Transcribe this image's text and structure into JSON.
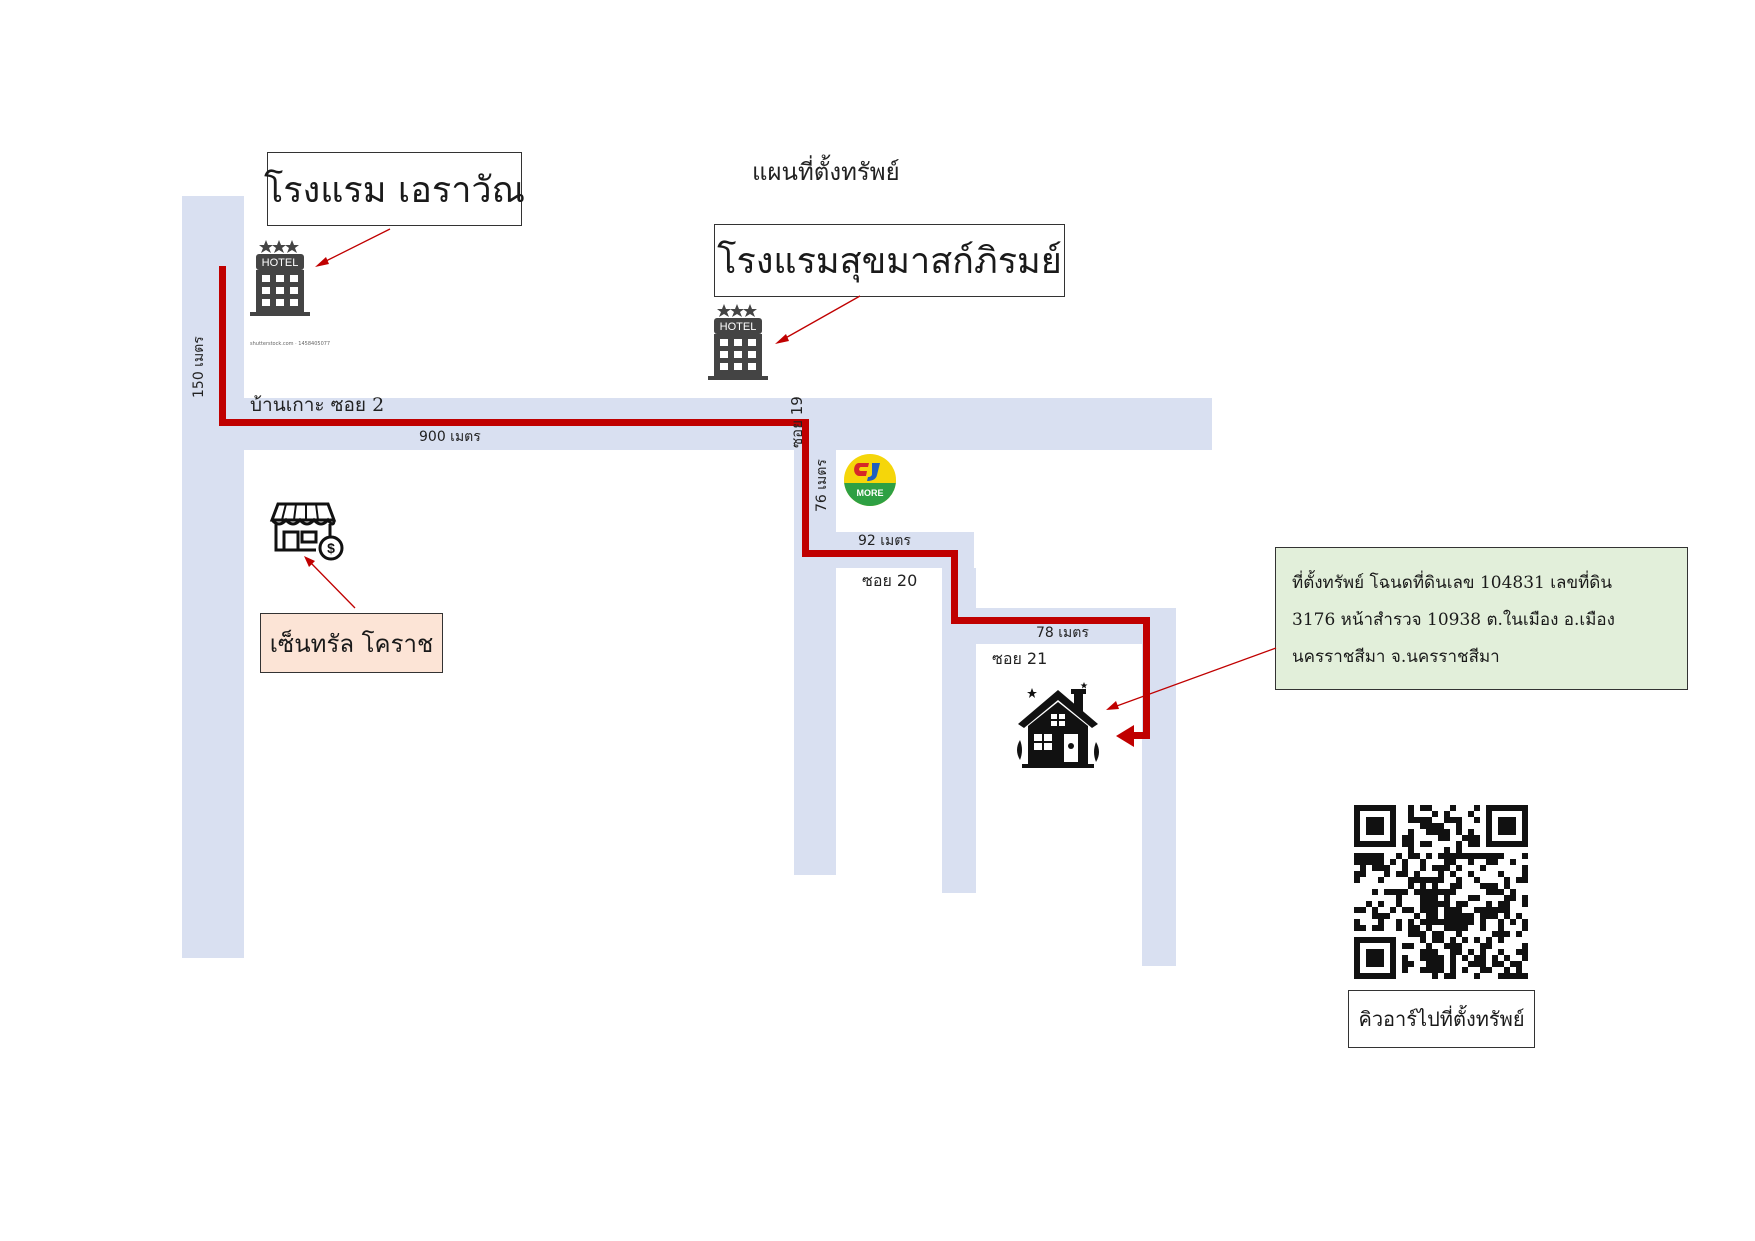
{
  "title": "แผนที่ตั้งทรัพย์",
  "labels": {
    "hotel_erawan": "โรงแรม เอราวัณ",
    "hotel_sukhamas": "โรงแรมสุขมาสก์ภิรมย์",
    "central_korat": "เซ็นทรัล โคราช",
    "property_info_line1": "ที่ตั้งทรัพย์ โฉนดที่ดินเลข 104831 เลขที่ดิน",
    "property_info_line2": "3176 หน้าสำรวจ 10938 ต.ในเมือง อ.เมือง",
    "property_info_line3": "นครราชสีมา จ.นครราชสีมา",
    "qr_caption": "คิวอาร์ไปที่ตั้งทรัพย์"
  },
  "roads": {
    "main_soi": "บ้านเกาะ ซอย 2",
    "soi_19": "ซอย 19",
    "soi_20": "ซอย 20",
    "soi_21": "ซอย 21"
  },
  "distances": {
    "d150": "150 เมตร",
    "d900": "900 เมตร",
    "d76": "76 เมตร",
    "d92": "92 เมตร",
    "d78": "78 เมตร"
  },
  "icons": {
    "hotel_sign": "HOTEL",
    "cj_logo_text": "MORE",
    "shutterstock_caption": "shutterstock.com · 1458405077"
  },
  "colors": {
    "road": "#d9e0f1",
    "route": "#c00000",
    "arrow": "#c00000",
    "central_box_bg": "#fce4d6",
    "property_box_bg": "#e2efda",
    "cj_yellow": "#f5d60a",
    "cj_green": "#2ea043"
  }
}
